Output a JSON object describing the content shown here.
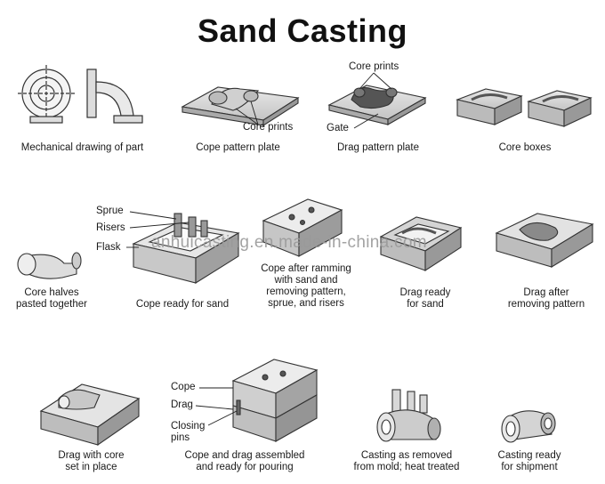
{
  "title": "Sand Casting",
  "watermark": "anhuicasting.en.made-in-china.com",
  "steps": [
    {
      "caption": "Mechanical drawing of part"
    },
    {
      "caption": "Cope pattern plate"
    },
    {
      "caption": "Drag pattern plate"
    },
    {
      "caption": "Core boxes"
    },
    {
      "caption_lines": [
        "Core halves",
        "pasted together"
      ]
    },
    {
      "caption": "Cope ready for sand"
    },
    {
      "caption_lines": [
        "Cope after ramming",
        "with sand and",
        "removing pattern,",
        "sprue, and risers"
      ]
    },
    {
      "caption_lines": [
        "Drag ready",
        "for sand"
      ]
    },
    {
      "caption_lines": [
        "Drag after",
        "removing pattern"
      ]
    },
    {
      "caption_lines": [
        "Drag with core",
        "set in place"
      ]
    },
    {
      "caption_lines": [
        "Cope and drag assembled",
        "and ready for pouring"
      ]
    },
    {
      "caption_lines": [
        "Casting as removed",
        "from mold; heat treated"
      ]
    },
    {
      "caption_lines": [
        "Casting ready",
        "for shipment"
      ]
    }
  ],
  "callouts": {
    "core_prints_cope": "Core prints",
    "core_prints_drag": "Core prints",
    "gate": "Gate",
    "sprue": "Sprue",
    "risers": "Risers",
    "flask": "Flask",
    "cope": "Cope",
    "drag": "Drag",
    "closing_pins_1": "Closing",
    "closing_pins_2": "pins"
  }
}
